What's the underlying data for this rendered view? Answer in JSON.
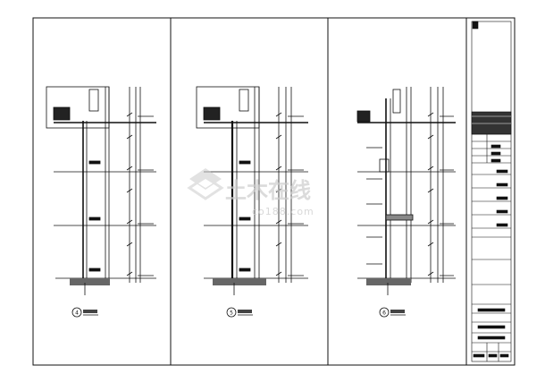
{
  "sheet": {
    "panels": [
      {
        "id": "panel-1",
        "detail_number": "4"
      },
      {
        "id": "panel-2",
        "detail_number": "5"
      },
      {
        "id": "panel-3",
        "detail_number": "6"
      }
    ]
  },
  "watermark": {
    "text_cn": "土木在线",
    "text_en": "co188.com"
  },
  "colors": {
    "line": "#111111",
    "watermark": "#cccccc",
    "paper": "#ffffff"
  }
}
